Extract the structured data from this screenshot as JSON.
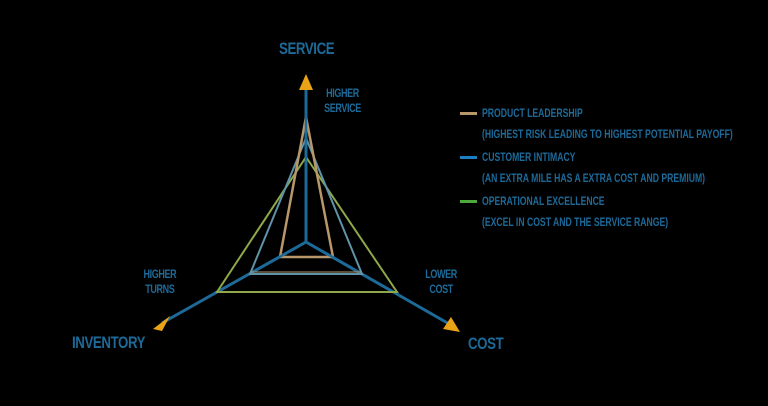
{
  "axes": {
    "service": "SERVICE",
    "inventory": "INVENTORY",
    "cost": "COST"
  },
  "poles": {
    "higher_service": [
      "HIGHER",
      "SERVICE"
    ],
    "higher_turns": [
      "HIGHER",
      "TURNS"
    ],
    "lower_cost": [
      "LOWER",
      "COST"
    ]
  },
  "legend": [
    {
      "title": "PRODUCT LEADERSHIP",
      "description": "(HIGHEST RISK LEADING TO HIGHEST POTENTIAL PAYOFF)",
      "color": "#b8976a"
    },
    {
      "title": "CUSTOMER INTIMACY",
      "description": "(AN EXTRA MILE HAS A EXTRA COST AND PREMIUM)",
      "color": "#1b7fc2"
    },
    {
      "title": "OPERATIONAL EXCELLENCE",
      "description": "(EXCEL IN COST AND THE SERVICE RANGE)",
      "color": "#4ea83c"
    }
  ],
  "colors": {
    "axis": "#1d6a99",
    "arrow": "#e8a317",
    "text": "#1d6a99",
    "background": "#000000"
  },
  "chart_data": {
    "type": "radar",
    "axes": [
      "Service",
      "Inventory",
      "Cost"
    ],
    "series": [
      {
        "name": "Product Leadership",
        "values": [
          0.8,
          0.17,
          0.17
        ]
      },
      {
        "name": "Customer Intimacy",
        "values": [
          0.65,
          0.45,
          0.45
        ]
      },
      {
        "name": "Operational Excellence",
        "values": [
          0.52,
          0.7,
          0.7
        ]
      }
    ]
  }
}
